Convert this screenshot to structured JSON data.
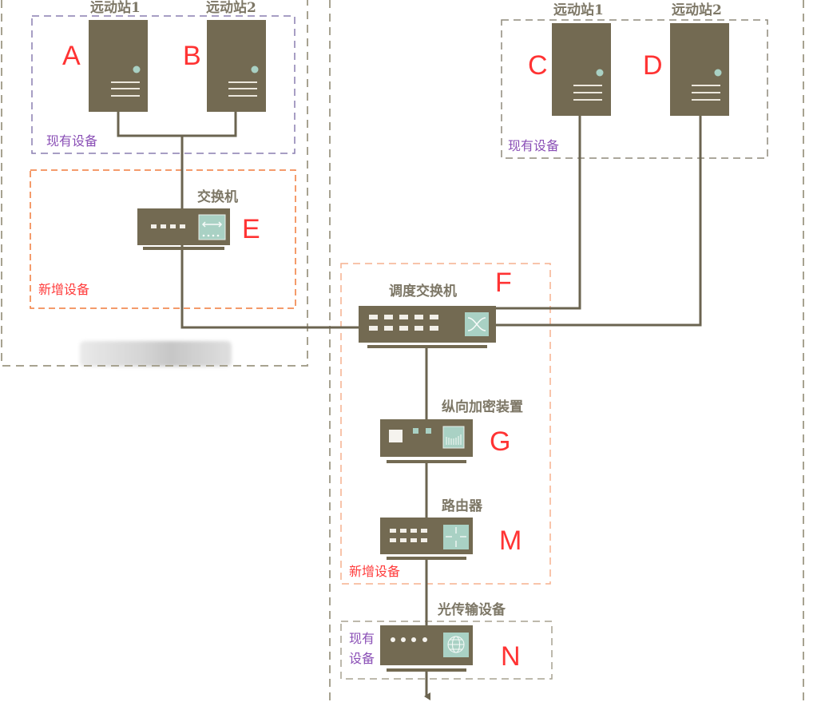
{
  "colors": {
    "device": "#736a52",
    "panel": "#a9d1c4",
    "line": "#6b6450",
    "outer_border": "#a7a290",
    "existing_purple": "#8a7fb0",
    "existing_gray": "#8f8a7c",
    "new_orange": "#f07a3a",
    "new_peach": "#f6b08e",
    "letter_red": "#ff3333",
    "existing_text": "#8a4fb6",
    "new_text": "#ff3b3b"
  },
  "groups": {
    "left_existing": {
      "label": "现有设备"
    },
    "left_new": {
      "label": "新增设备"
    },
    "right_existing": {
      "label": "现有设备"
    },
    "center_new": {
      "label": "新增设备"
    },
    "bottom_existing": {
      "label_line1": "现有",
      "label_line2": "设备"
    }
  },
  "devices": {
    "A": {
      "letter": "A",
      "name": "远动站1",
      "icon": "server-icon"
    },
    "B": {
      "letter": "B",
      "name": "远动站2",
      "icon": "server-icon"
    },
    "C": {
      "letter": "C",
      "name": "远动站1",
      "icon": "server-icon"
    },
    "D": {
      "letter": "D",
      "name": "远动站2",
      "icon": "server-icon"
    },
    "E": {
      "letter": "E",
      "name": "交换机",
      "icon": "switch-icon"
    },
    "F": {
      "letter": "F",
      "name": "调度交换机",
      "icon": "dispatch-switch-icon"
    },
    "G": {
      "letter": "G",
      "name": "纵向加密装置",
      "icon": "encryption-device-icon"
    },
    "M": {
      "letter": "M",
      "name": "路由器",
      "icon": "router-icon"
    },
    "N": {
      "letter": "N",
      "name": "光传输设备",
      "icon": "optical-transmission-icon"
    }
  }
}
